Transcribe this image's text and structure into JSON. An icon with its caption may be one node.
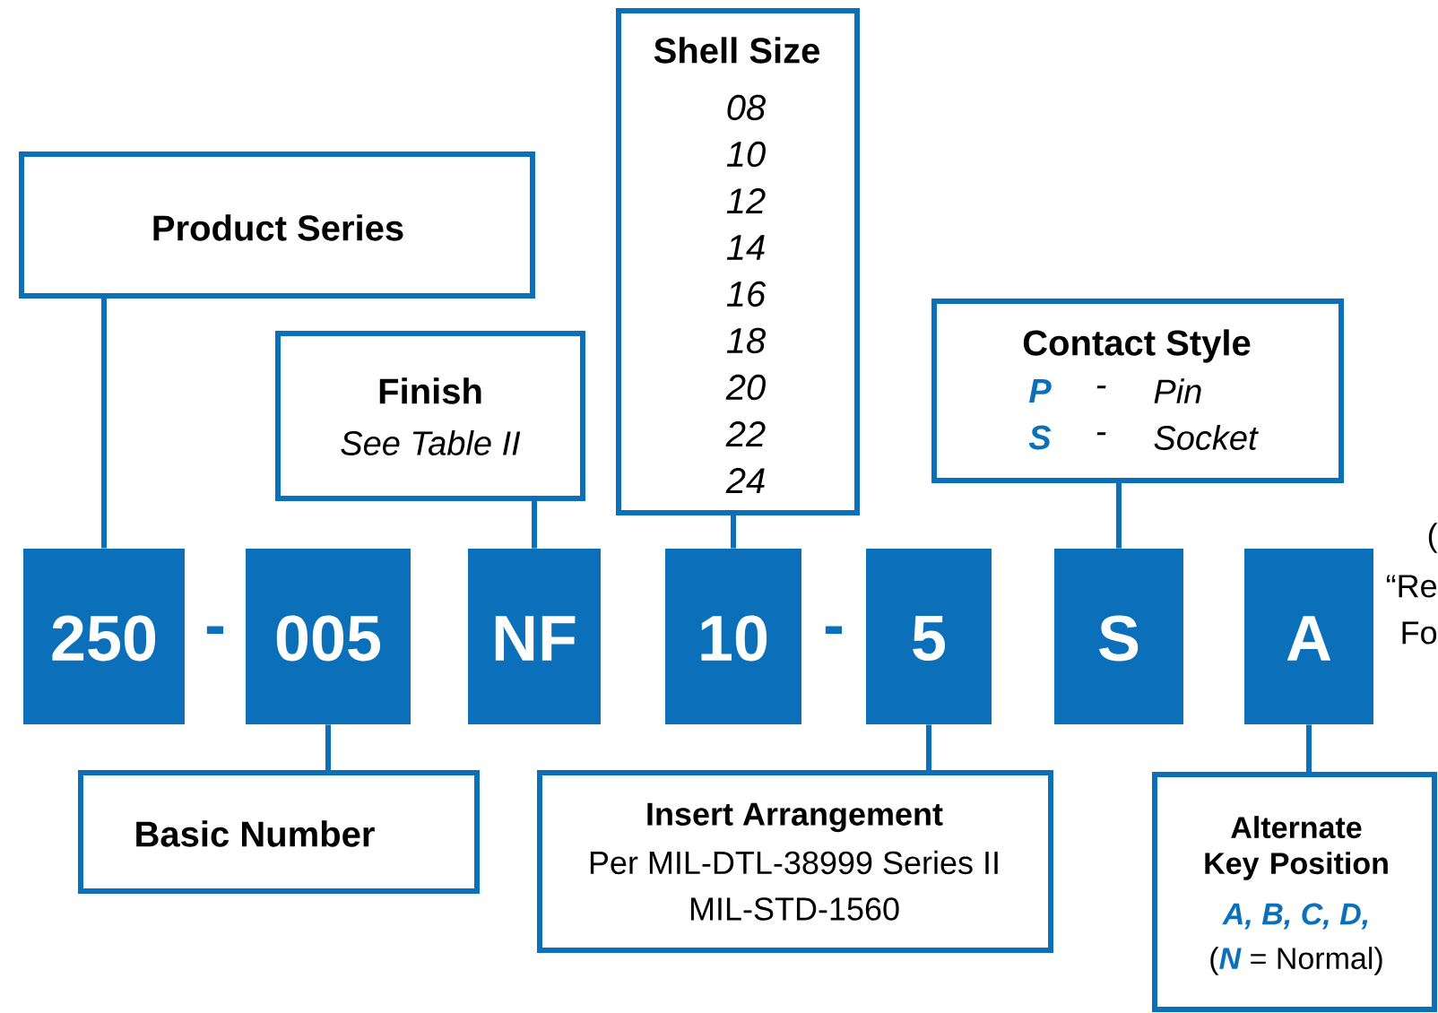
{
  "diagram": {
    "nodes": [
      {
        "text": [
          "Product Series"
        ]
      },
      {
        "text": [
          "Finish",
          "See Table II"
        ]
      },
      {
        "text": [
          "Shell Size",
          "08",
          "10",
          "12",
          "14",
          "16",
          "18",
          "20",
          "22",
          "24"
        ]
      },
      {
        "text": [
          "Contact Style",
          "P",
          "-",
          "Pin",
          "S",
          "-",
          "Socket"
        ]
      },
      {
        "text": [
          "250"
        ]
      },
      {
        "text": [
          "005"
        ]
      },
      {
        "text": [
          "NF"
        ]
      },
      {
        "text": [
          "10"
        ]
      },
      {
        "text": [
          "5"
        ]
      },
      {
        "text": [
          "S"
        ]
      },
      {
        "text": [
          "A"
        ]
      },
      {
        "text": [
          "Basic Number"
        ]
      },
      {
        "text": [
          "Insert Arrangement",
          "Per MIL-DTL-38999 Series II",
          "MIL-STD-1560"
        ]
      },
      {
        "text": [
          "Alternate Key Position",
          "A, B, C, D,",
          "(",
          "N",
          "= Normal)"
        ]
      }
    ],
    "edges": [
      {
        "from": 0,
        "to": 4,
        "arrow": "none"
      },
      {
        "from": 1,
        "to": 6,
        "arrow": "none"
      },
      {
        "from": 2,
        "to": 7,
        "arrow": "none"
      },
      {
        "from": 3,
        "to": 9,
        "arrow": "none"
      },
      {
        "from": 5,
        "to": 11,
        "arrow": "none"
      },
      {
        "from": 8,
        "to": 12,
        "arrow": "none"
      },
      {
        "from": 10,
        "to": 13,
        "arrow": "none"
      }
    ],
    "labels": [
      "-",
      "-",
      "(",
      "“Re",
      "Fo"
    ]
  }
}
